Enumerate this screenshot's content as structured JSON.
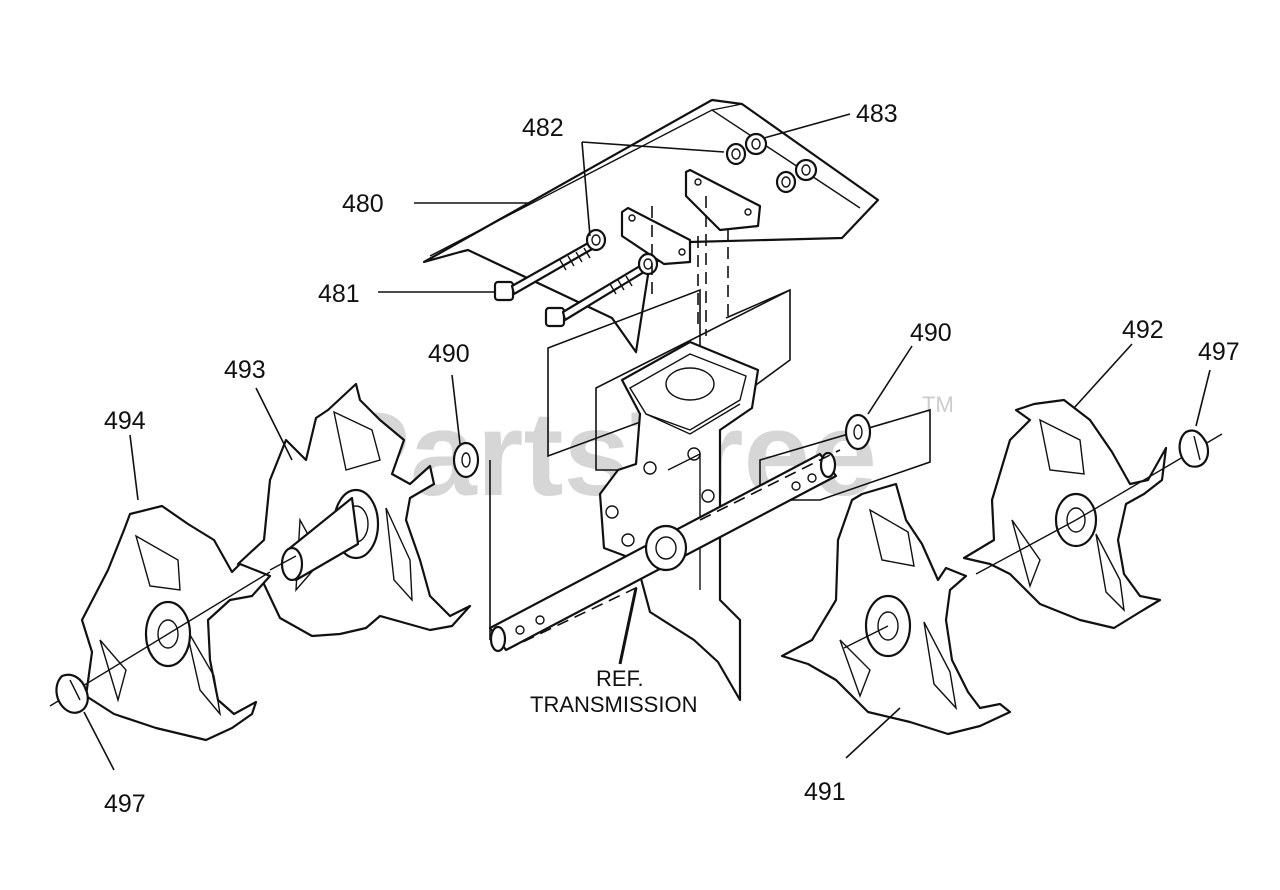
{
  "watermark": {
    "brand": "PartsTree",
    "trademark": "TM"
  },
  "callouts": {
    "c480": "480",
    "c481": "481",
    "c482": "482",
    "c483": "483",
    "c490_left": "490",
    "c490_right": "490",
    "c491": "491",
    "c492": "492",
    "c493": "493",
    "c494": "494",
    "c497_left": "497",
    "c497_right": "497"
  },
  "reference": {
    "line1": "REF.",
    "line2": "TRANSMISSION"
  },
  "colors": {
    "line": "#111111",
    "watermark": "#d6d6d6",
    "background": "#ffffff"
  }
}
